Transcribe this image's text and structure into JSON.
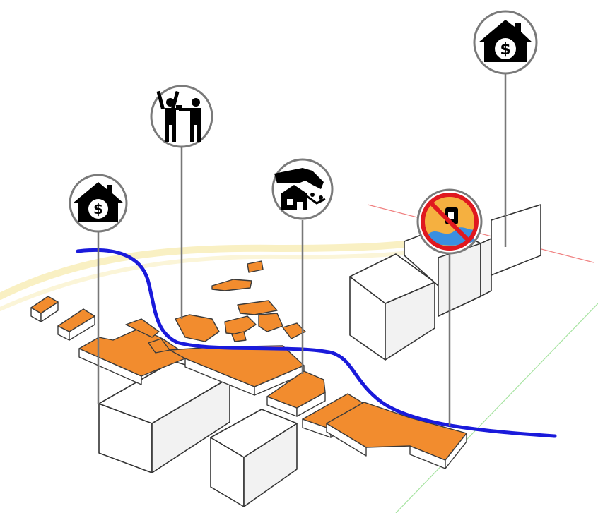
{
  "diagram": {
    "badges": [
      {
        "id": "badge-1",
        "icon": "house-dollar-icon",
        "glyph": "$"
      },
      {
        "id": "badge-2",
        "icon": "handcuffs-robbery-icon"
      },
      {
        "id": "badge-3",
        "icon": "hand-grabbing-house-icon"
      },
      {
        "id": "badge-4",
        "icon": "no-flooding-icon"
      },
      {
        "id": "badge-5",
        "icon": "house-dollar-icon",
        "glyph": "$"
      }
    ],
    "colors": {
      "lots": "#f28c2e",
      "river": "#1a1adb",
      "glow": "#f6e8a0",
      "prohibit": "#e0181f",
      "water": "#3a8fe0",
      "grid_red": "#f08080",
      "grid_green": "#a6e3a0"
    }
  }
}
